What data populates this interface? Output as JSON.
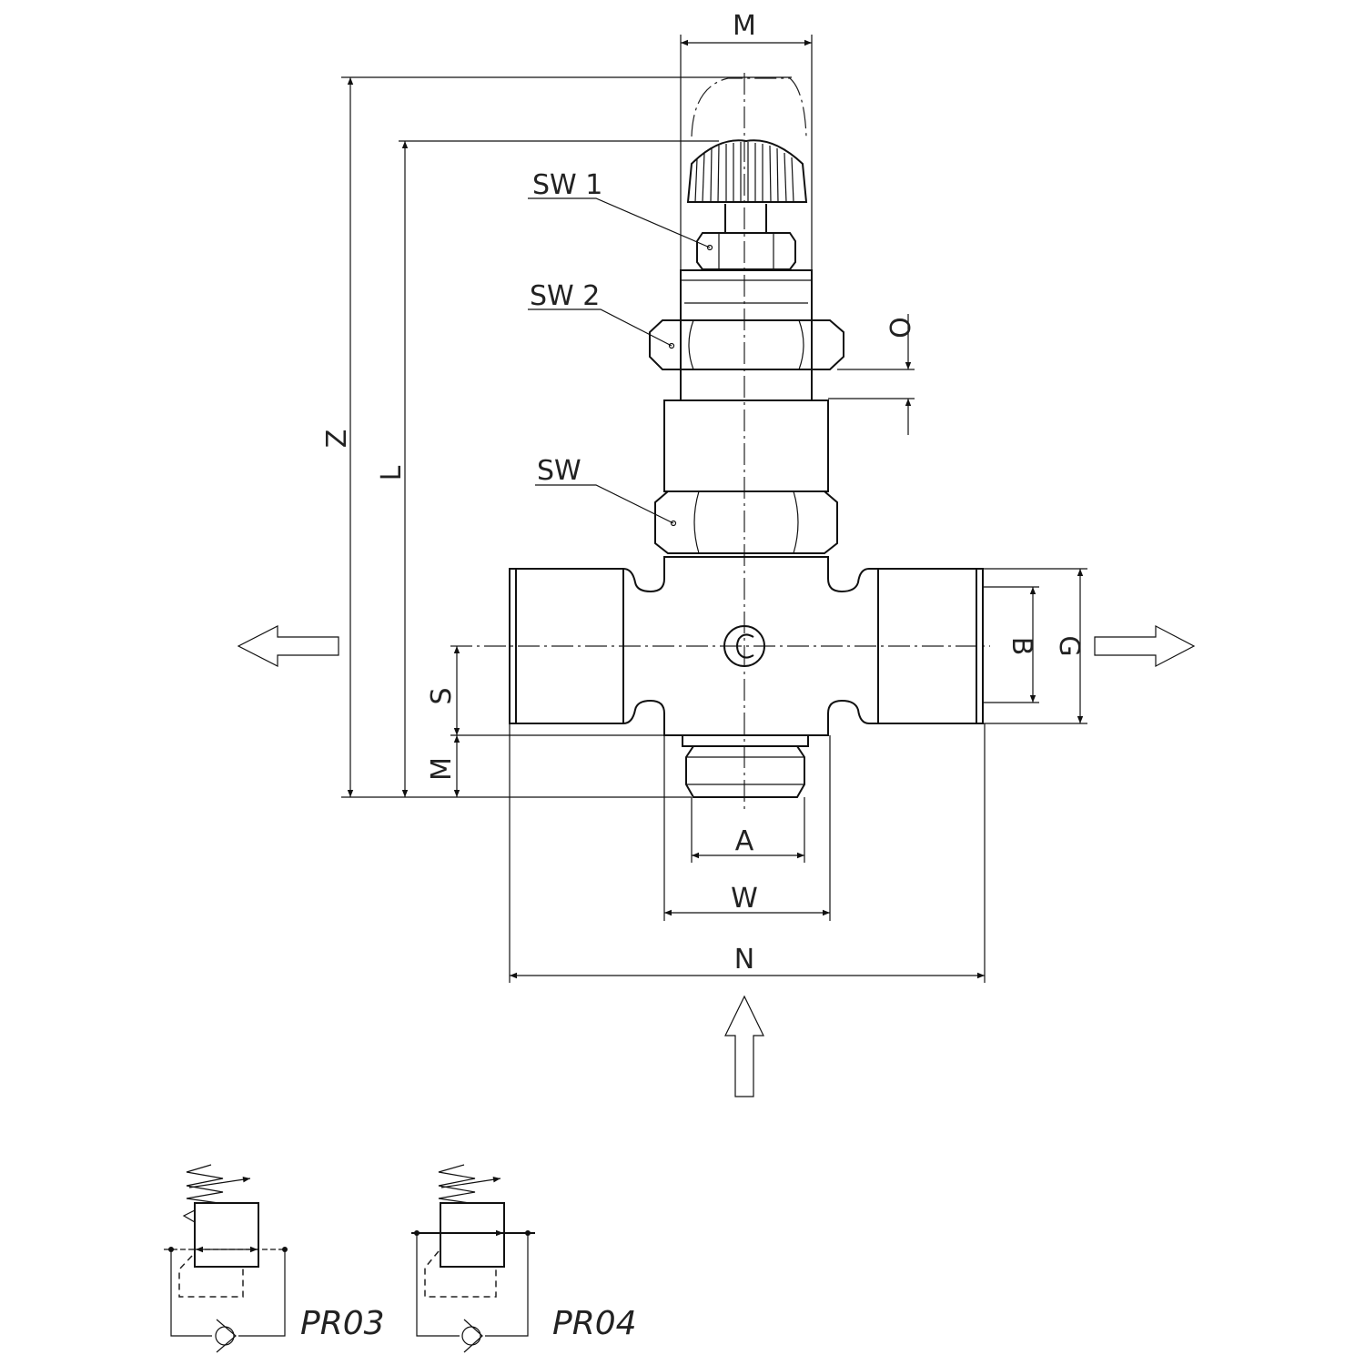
{
  "drawing": {
    "dimensions": {
      "m_top": "M",
      "z": "Z",
      "l": "L",
      "o": "O",
      "b": "B",
      "g": "G",
      "s": "S",
      "m_bottom": "M",
      "a": "A",
      "w": "W",
      "n": "N"
    },
    "callouts": {
      "sw1": "SW 1",
      "sw2": "SW 2",
      "sw": "SW"
    },
    "symbols": [
      {
        "label": "PR03"
      },
      {
        "label": "PR04"
      }
    ]
  }
}
